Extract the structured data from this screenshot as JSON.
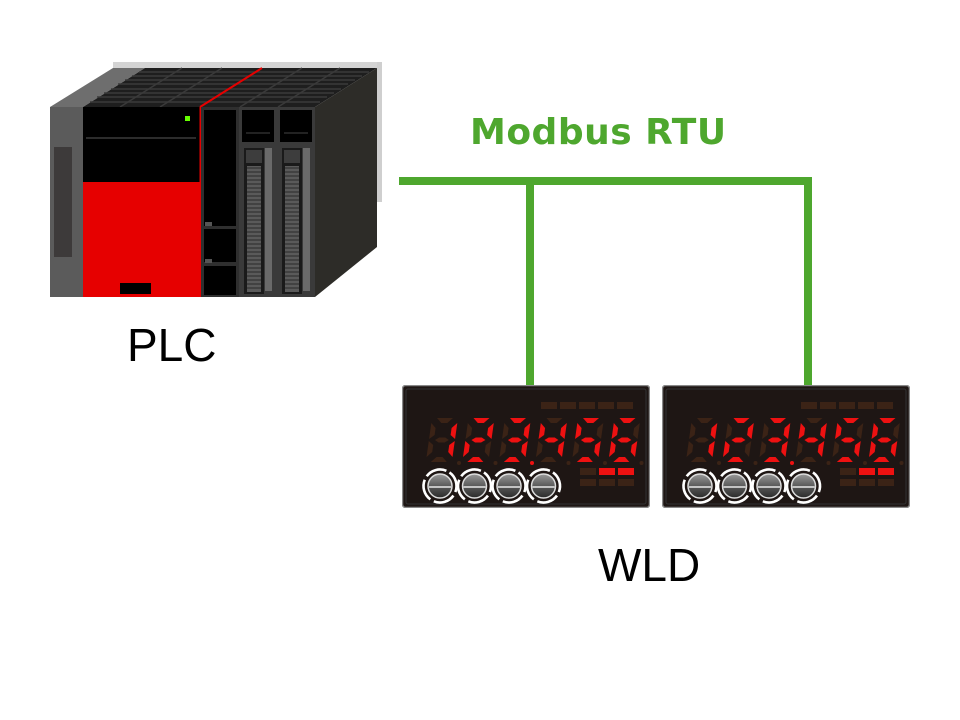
{
  "diagram": {
    "title": "Modbus RTU",
    "bus": {
      "label": "Modbus RTU",
      "color": "#4ea72e"
    },
    "nodes": [
      {
        "id": "plc",
        "label": "PLC",
        "type": "PLC rack",
        "accent": "#e60000",
        "status_led": "#66ff00"
      },
      {
        "id": "wld-1",
        "label": "WLD",
        "type": "digital panel meter",
        "display": "123456"
      },
      {
        "id": "wld-2",
        "label": "WLD",
        "type": "digital panel meter",
        "display": "123456"
      }
    ],
    "edges": [
      {
        "from": "plc",
        "to": "bus"
      },
      {
        "from": "bus",
        "to": "wld-1"
      },
      {
        "from": "bus",
        "to": "wld-2"
      }
    ],
    "labels": {
      "plc": "PLC",
      "wld": "WLD"
    },
    "wld_display": {
      "value": "123456",
      "segment_on": "#ee1111",
      "segment_off": "#3b2316",
      "button_count": 4
    }
  }
}
